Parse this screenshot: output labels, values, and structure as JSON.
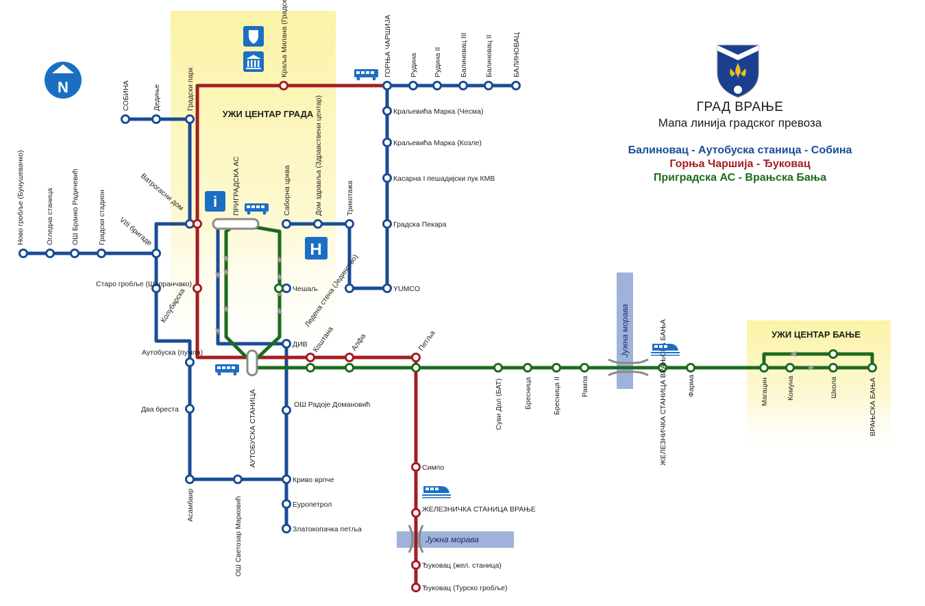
{
  "title": {
    "city": "ГРАД ВРАЊЕ",
    "subtitle": "Мапа линија градског превоза"
  },
  "lines": [
    {
      "name": "Балиновац - Аутобуска станица - Собина",
      "color": "#1a4c96"
    },
    {
      "name": "Горња Чаршија - Ђуковац",
      "color": "#a31d22"
    },
    {
      "name": "Приградска АС - Врањска Бања",
      "color": "#1c6b1c"
    }
  ],
  "zones": {
    "city_center": "УЖИ ЦЕНТАР ГРАДА",
    "spa_center": "УЖИ ЦЕНТАР БАЊЕ"
  },
  "rivers": [
    "Јужна морава",
    "Јужна морава"
  ],
  "icons": [
    "north-arrow-icon",
    "police-icon",
    "museum-icon",
    "info-icon",
    "hospital-icon",
    "bus-icon",
    "train-icon",
    "coat-of-arms-icon"
  ],
  "compass": "N",
  "info_sign": "i",
  "hospital_sign": "H",
  "stations": {
    "novo_groblje": "Ново гробље (Бунушевачко)",
    "ogledna": "Огледна станица",
    "os_branko": "ОШ Бранко Радичевић",
    "gradski_stadion": "Градски стадион",
    "viii_brigade": "VIII бригаде",
    "vatrogasni_dom": "Ватрогасни дом",
    "sobina": "СОБИНА",
    "dedinje": "Дедиње",
    "gradski_park": "Градски парк",
    "kralja_milana": "Краља Милана (Градска управа)",
    "gornja_carsija": "ГОРЊА ЧАРШИЈА",
    "rudina": "Рудина",
    "rudina2": "Рудина II",
    "balinovac3": "Балиновац III",
    "balinovac2": "Балиновац II",
    "balinovac": "БАЛИНОВАЦ",
    "kraljevica_cesma": "Краљевића Марка (Чесма)",
    "kraljevica_kozle": "Краљевића Марка (Козле)",
    "kasarna": "Касарна I пешадијски пук КМВ",
    "gradska_pekara": "Градска Пекара",
    "yumco": "YUMCO",
    "prigradska_as": "ПРИГРАДСКА АС",
    "saborna_crkva": "Саборна црква",
    "dom_zdravlja": "Дом здравља (Здравствени центар)",
    "trikotaza": "Трикотажа",
    "cesalj": "Чешаљ",
    "ledena_stena": "Ледена стена (Јединство)",
    "div": "ДИВ",
    "kostana": "Коштана",
    "alfa": "Алфа",
    "petlja": "Петља",
    "staro_groblje": "Старо гробље (Шапранчако)",
    "kolubarska": "Колубарска",
    "autobuska_pumpa": "Аутобуска (пумпа)",
    "dva_bresta": "Два бреста",
    "autobuska_stanica": "АУТОБУСКА СТАНИЦА",
    "os_radoje": "ОШ Радоје Домановић",
    "asambair": "Асамбаир",
    "os_svetozar": "ОШ Светозар Марковић",
    "krivo_vrpce": "Криво врпче",
    "europetrol": "Еуропетрол",
    "zlatokopacka": "Златокопачка петља",
    "simpo": "Симпо",
    "zel_vranje": "ЖЕЛЕЗНИЧКА СТАНИЦА ВРАЊЕ",
    "djukovac_zel": "Ђуковац (жел. станица)",
    "djukovac_tursko": "Ђуковац (Турско гробље)",
    "suvi_dol": "Суви Дол (БАТ)",
    "bresnica": "Бресница",
    "bresnica2": "Бресница II",
    "rampa": "Рампа",
    "zel_banja": "ЖЕЛЕЗНИЧКА СТАНИЦА ВРАЊСКА БАЊА",
    "farma": "Фарма",
    "magacin": "Магацин",
    "komuna": "Комуна",
    "skola": "Школа",
    "vranjska_banja": "ВРАЊСКА БАЊА"
  }
}
